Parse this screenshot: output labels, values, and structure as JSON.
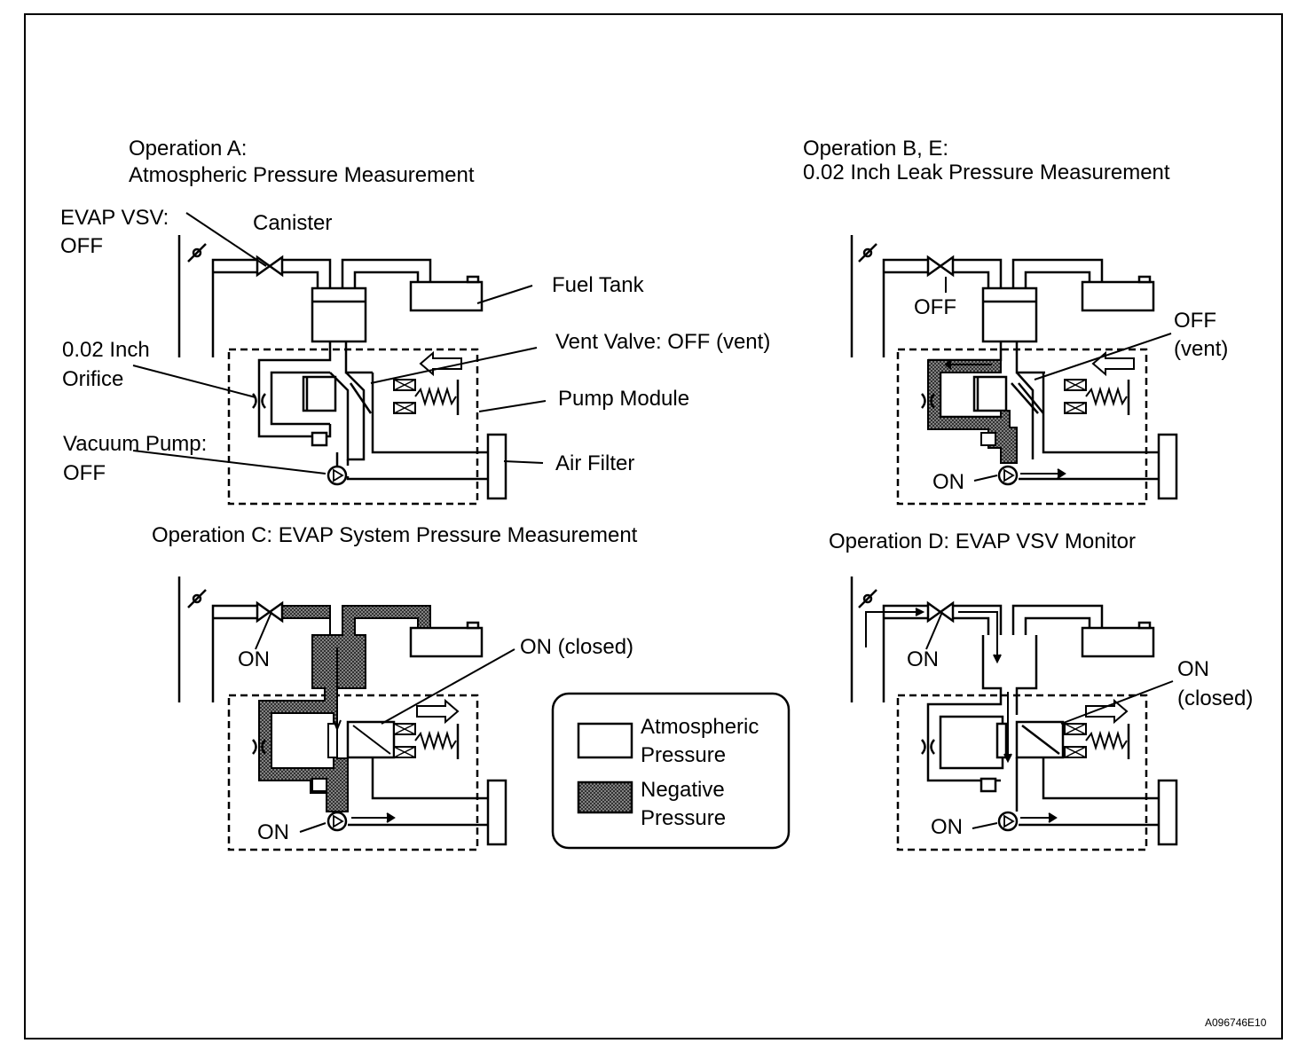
{
  "colors": {
    "line": "#000000",
    "background": "#ffffff",
    "negative_fill": "#7a7a7a"
  },
  "panel_a": {
    "title_line1": "Operation A:",
    "title_line2": "Atmospheric Pressure Measurement",
    "evap_vsv_line1": "EVAP VSV:",
    "evap_vsv_line2": "OFF",
    "canister": "Canister",
    "fuel_tank": "Fuel Tank",
    "orifice_line1": "0.02 Inch",
    "orifice_line2": "Orifice",
    "vent_valve": "Vent Valve: OFF (vent)",
    "pump_module": "Pump Module",
    "vacuum_pump_line1": "Vacuum Pump:",
    "vacuum_pump_line2": "OFF",
    "air_filter": "Air Filter"
  },
  "panel_b": {
    "title_line1": "Operation B, E:",
    "title_line2": "0.02 Inch Leak Pressure Measurement",
    "vsv_state": "OFF",
    "vent_line1": "OFF",
    "vent_line2": "(vent)",
    "pump_state": "ON"
  },
  "panel_c": {
    "title": "Operation C: EVAP System Pressure Measurement",
    "vsv_state": "ON",
    "vent_state": "ON (closed)",
    "pump_state": "ON"
  },
  "panel_d": {
    "title": "Operation D: EVAP VSV Monitor",
    "vsv_state": "ON",
    "vent_line1": "ON",
    "vent_line2": "(closed)",
    "pump_state": "ON"
  },
  "legend": {
    "atmospheric_line1": "Atmospheric",
    "atmospheric_line2": "Pressure",
    "negative_line1": "Negative",
    "negative_line2": "Pressure"
  },
  "figure_code": "A096746E10"
}
